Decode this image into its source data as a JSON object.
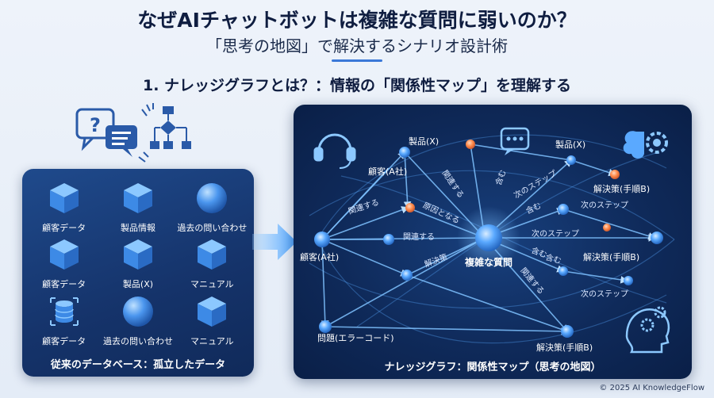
{
  "title": "なぜAIチャットボットは複雑な質問に弱いのか？",
  "subtitle": "「思考の地図」で解決するシナリオ設計術",
  "section_heading": "1. ナレッジグラフとは？：情報の「関係性マップ」を理解する",
  "left_panel": {
    "items": [
      {
        "label": "顧客データ",
        "icon": "cube-icon"
      },
      {
        "label": "製品情報",
        "icon": "cube-icon"
      },
      {
        "label": "過去の問い合わせ",
        "icon": "sphere-icon"
      },
      {
        "label": "顧客データ",
        "icon": "cube-icon"
      },
      {
        "label": "製品(X)",
        "icon": "cube-icon"
      },
      {
        "label": "マニュアル",
        "icon": "cube-icon"
      },
      {
        "label": "顧客データ",
        "icon": "database-icon"
      },
      {
        "label": "過去の問い合わせ",
        "icon": "sphere-icon"
      },
      {
        "label": "マニュアル",
        "icon": "cube-icon"
      }
    ],
    "caption": "従来のデータベース：孤立したデータ"
  },
  "right_panel": {
    "node_labels": {
      "product_x_top": "製品(X)",
      "customer_a_upper": "顧客(A社)",
      "product_x_right": "製品(X)",
      "solution_b_1": "解決策(手順B)",
      "customer_a_left": "顧客(A社)",
      "complex_question": "複雑な質問",
      "solution_b_2": "解決策(手順B)",
      "problem": "問題(エラーコード)",
      "solution_b_3": "解決策(手順B)"
    },
    "edge_labels": {
      "related_1": "関連する",
      "includes_1": "含む",
      "cause_1": "原因となる",
      "related_2": "関連する",
      "related_3": "関連する",
      "includes_2": "含む",
      "next_step_1": "次のステップ",
      "includes_3": "含む",
      "next_step_2": "次のステップ",
      "next_step_3": "次のステップ",
      "solution_edge": "解決策",
      "includes_4": "含む",
      "related_4": "関連する",
      "next_step_4": "次のステップ"
    },
    "caption": "ナレッジグラフ：関係性マップ（思考の地図）"
  },
  "footer": "© 2025 AI KnowledgeFlow",
  "colors": {
    "panel_dark": "#0f2a5a",
    "node_blue": "#5aa9ff",
    "node_orange": "#ff8a4a",
    "edge": "#7fc2ff"
  }
}
